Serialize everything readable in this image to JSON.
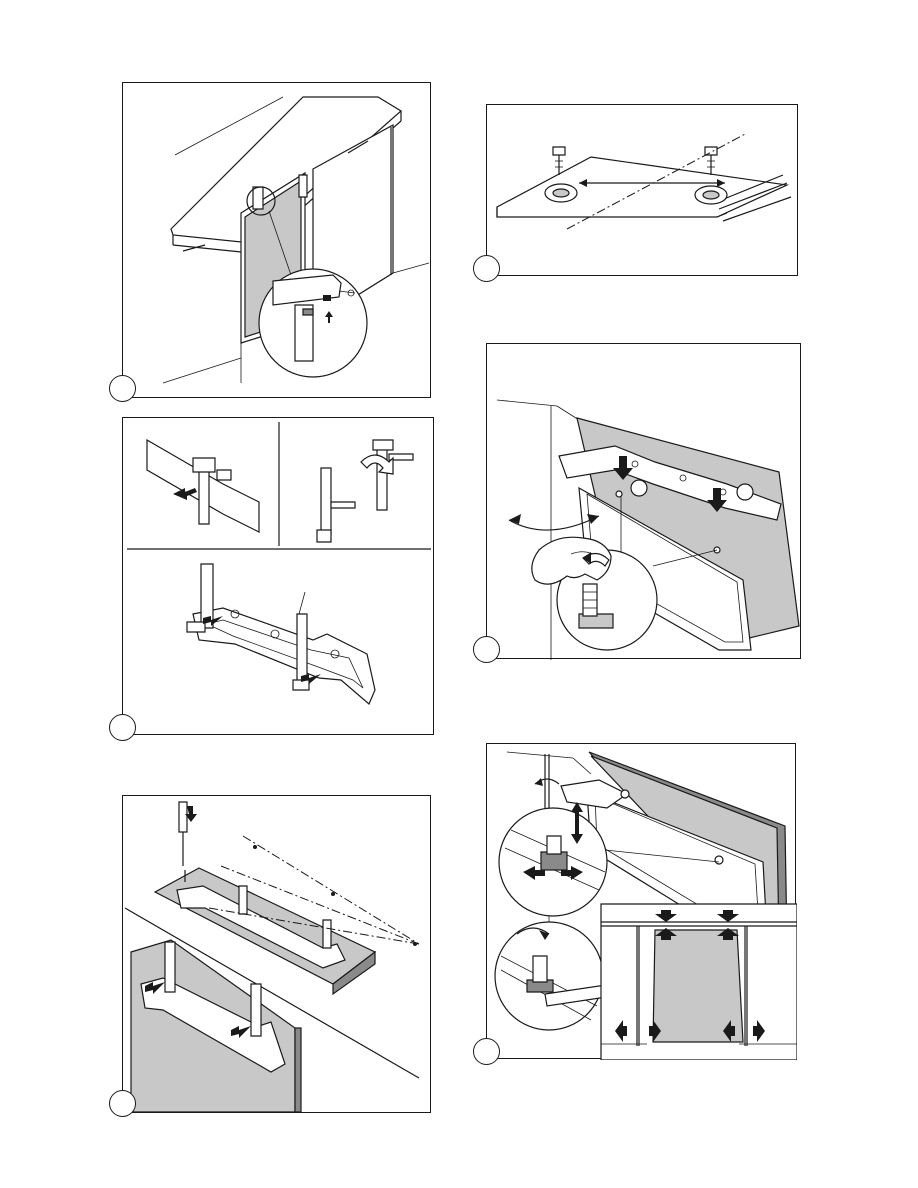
{
  "figures": [
    {
      "id": "fig1",
      "step_label": ""
    },
    {
      "id": "fig2",
      "step_label": ""
    },
    {
      "id": "fig3",
      "step_label": ""
    },
    {
      "id": "fig4",
      "step_label": ""
    },
    {
      "id": "fig5",
      "step_label": ""
    },
    {
      "id": "fig6",
      "step_label": ""
    }
  ],
  "colors": {
    "line": "#1a1a1a",
    "panel_fill": "#c8c8c8",
    "dark_fill": "#8a8a8a",
    "background": "#ffffff"
  },
  "icons": [
    "arrow-icon",
    "screw-icon",
    "screwdriver-icon",
    "wrench-icon",
    "rotate-arrow-icon",
    "hand-icon",
    "magnifier-circle-icon"
  ]
}
